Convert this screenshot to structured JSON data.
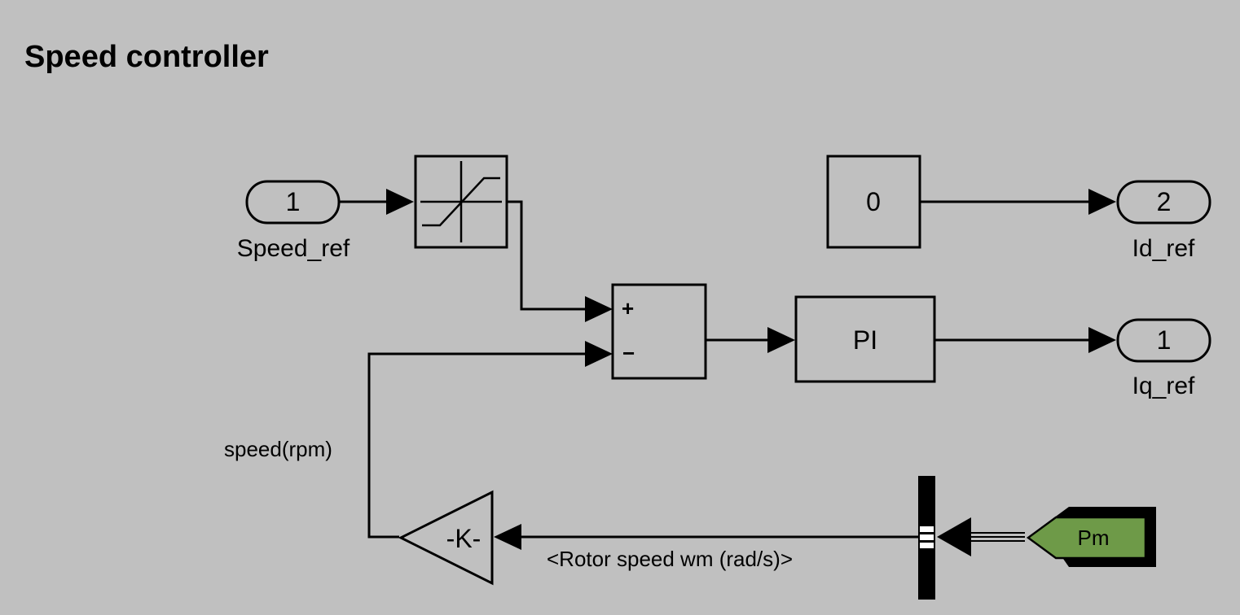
{
  "title": "Speed controller",
  "blocks": {
    "inport_speed": {
      "number": "1",
      "label": "Speed_ref"
    },
    "saturation": {
      "type": "saturation"
    },
    "sum": {
      "sign_plus": "+",
      "sign_minus": "−"
    },
    "pi": {
      "label": "PI"
    },
    "constant": {
      "value": "0"
    },
    "outport_id": {
      "number": "2",
      "label": "Id_ref"
    },
    "outport_iq": {
      "number": "1",
      "label": "Iq_ref"
    },
    "gain": {
      "label": "-K-"
    },
    "goto_tag": {
      "label": "Pm",
      "color": "#6e9a48"
    }
  },
  "signals": {
    "speed_rpm": "speed(rpm)",
    "rotor_speed": "<Rotor speed wm (rad/s)>"
  },
  "colors": {
    "background": "#c0c0c0",
    "line": "#000000",
    "tag_fill": "#6e9a48"
  }
}
